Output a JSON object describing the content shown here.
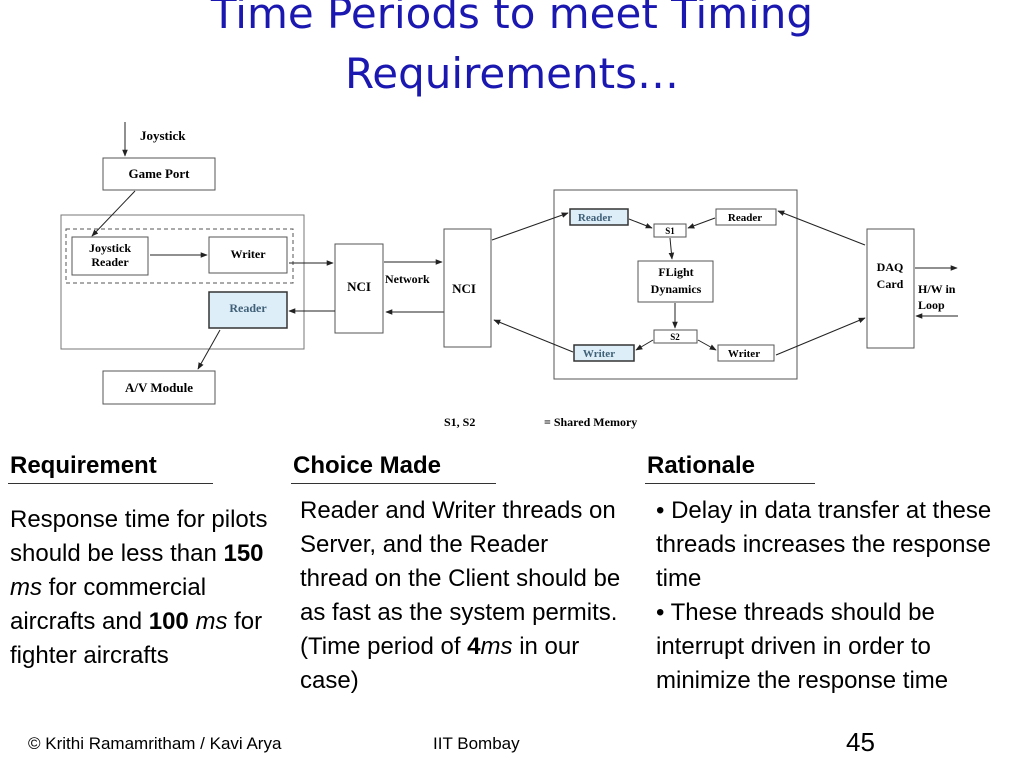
{
  "title": {
    "line1": "Time Periods to meet Timing",
    "line2": "Requirements…"
  },
  "diagram": {
    "joystick": "Joystick",
    "game_port": "Game Port",
    "joystick_reader_1": "Joystick",
    "joystick_reader_2": "Reader",
    "client_writer": "Writer",
    "client_reader": "Reader",
    "av_module": "A/V Module",
    "nci_client": "NCI",
    "network": "Network",
    "nci_server": "NCI",
    "server_reader_left": "Reader",
    "server_reader_right": "Reader",
    "s1": "S1",
    "s2": "S2",
    "flight_dynamics_1": "FLight",
    "flight_dynamics_2": "Dynamics",
    "server_writer_left": "Writer",
    "server_writer_right": "Writer",
    "daq_card_1": "DAQ",
    "daq_card_2": "Card",
    "hw_loop_1": "H/W in",
    "hw_loop_2": "Loop",
    "legend_key": "S1, S2",
    "legend_value": "= Shared Memory"
  },
  "columns": {
    "requirement": {
      "heading": "Requirement",
      "text_a": "Response time for pilots should be less than ",
      "num1": "150",
      "unit1": "ms",
      "text_b": " for commercial aircrafts and ",
      "num2": "100",
      "unit2": "ms",
      "text_c": " for fighter aircrafts"
    },
    "choice": {
      "heading": "Choice Made",
      "text_a": "Reader and Writer threads on Server, and the Reader thread on the Client should be as fast as the system permits. (Time period of ",
      "num": "4",
      "unit": "ms",
      "text_b": " in our case)"
    },
    "rationale": {
      "heading": "Rationale",
      "bullet1": "• Delay in data transfer at these threads increases the response time",
      "bullet2": "• These threads should be interrupt driven in order to minimize the response time"
    }
  },
  "footer": {
    "copyright": "©  Krithi Ramamritham / Kavi Arya",
    "institute": "IIT Bombay",
    "page_number": "45"
  }
}
